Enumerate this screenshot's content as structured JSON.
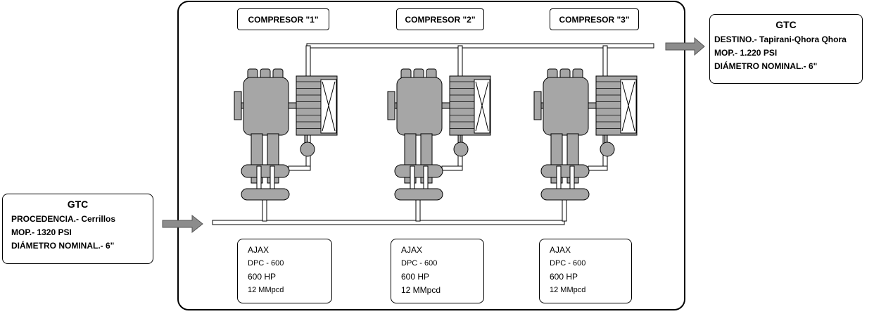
{
  "inlet": {
    "title": "GTC",
    "lines": [
      "PROCEDENCIA.- Cerrillos",
      "MOP.- 1320 PSI",
      "DIÁMETRO NOMINAL.- 6\""
    ]
  },
  "outlet": {
    "title": "GTC",
    "lines": [
      "DESTINO.- Tapirani-Qhora Qhora",
      "MOP.- 1.220 PSI",
      "DIÁMETRO NOMINAL.- 6\""
    ]
  },
  "compressors": [
    {
      "label": "COMPRESOR \"1\"",
      "specs": [
        "AJAX",
        "DPC - 600",
        "600 HP",
        "12 MMpcd"
      ]
    },
    {
      "label": "COMPRESOR \"2\"",
      "specs": [
        "AJAX",
        "DPC - 600",
        "600 HP",
        "12 MMpcd"
      ]
    },
    {
      "label": "COMPRESOR \"3\"",
      "specs": [
        "AJAX",
        "DPC - 600",
        "600 HP",
        "12 MMpcd"
      ]
    }
  ],
  "colors": {
    "equipment": "#a6a6a6",
    "stroke": "#000000",
    "pipe": "#ffffff",
    "arrow": "#8c8c8c"
  }
}
